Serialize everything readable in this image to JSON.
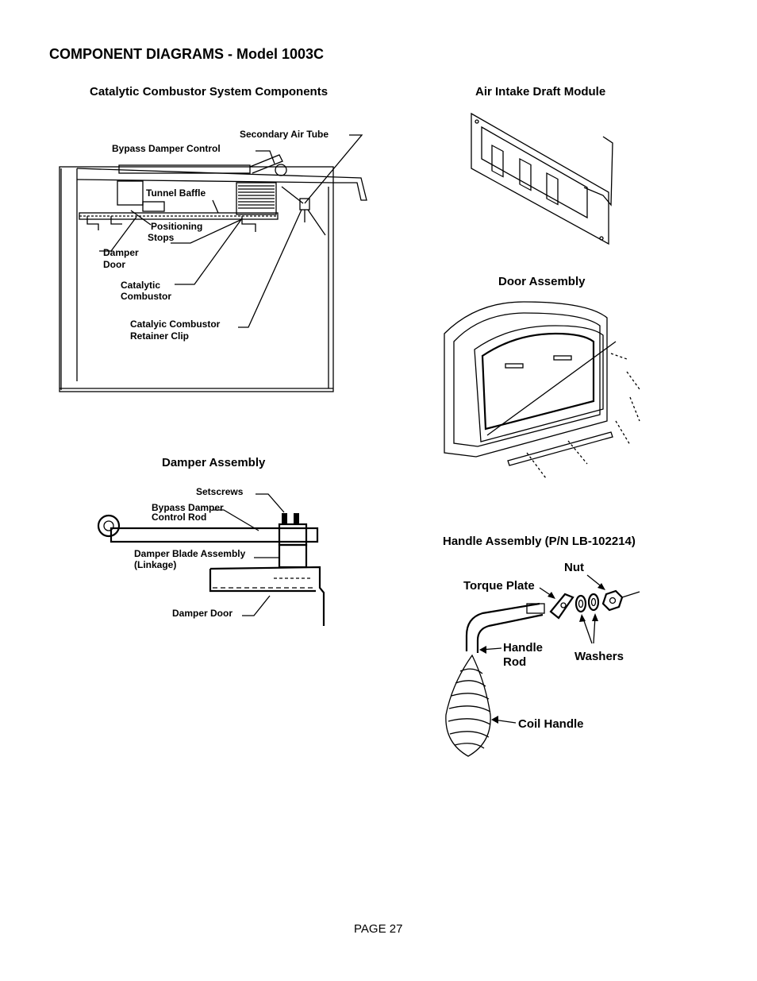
{
  "page": {
    "title": "COMPONENT DIAGRAMS - Model 1003C",
    "footer": "PAGE 27"
  },
  "catalytic": {
    "heading": "Catalytic Combustor System Components",
    "labels": {
      "secondary_air_tube": "Secondary Air Tube",
      "bypass_damper_control": "Bypass Damper Control",
      "tunnel_baffle": "Tunnel Baffle",
      "positioning_stops": [
        "Positioning",
        "Stops"
      ],
      "damper_door": [
        "Damper",
        "Door"
      ],
      "catalytic_combustor": [
        "Catalytic",
        "Combustor"
      ],
      "retainer_clip": [
        "Catalyic Combustor",
        "Retainer Clip"
      ]
    }
  },
  "air_intake": {
    "heading": "Air Intake Draft Module"
  },
  "door": {
    "heading": "Door Assembly"
  },
  "damper": {
    "heading": "Damper Assembly",
    "labels": {
      "setscrews": "Setscrews",
      "bypass_rod": [
        "Bypass Damper",
        "Control Rod"
      ],
      "blade_assembly": [
        "Damper Blade Assembly",
        "(Linkage)"
      ],
      "damper_door": "Damper Door"
    }
  },
  "handle": {
    "heading": "Handle Assembly (P/N LB-102214)",
    "labels": {
      "nut": "Nut",
      "torque_plate": "Torque Plate",
      "handle_rod": [
        "Handle",
        "Rod"
      ],
      "washers": "Washers",
      "coil_handle": "Coil Handle"
    }
  }
}
